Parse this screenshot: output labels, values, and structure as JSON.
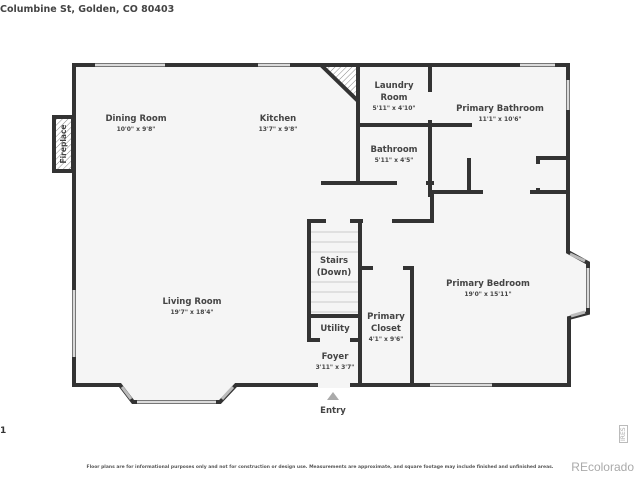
{
  "header": {
    "address": "Columbine St, Golden, CO 80403"
  },
  "page_number": "1",
  "rooms": [
    {
      "name": "Dining Room",
      "dims": "10'0\" x 9'8\""
    },
    {
      "name": "Kitchen",
      "dims": "13'7\" x 9'8\""
    },
    {
      "name": "Laundry Room",
      "dims": "5'11\" x 4'10\""
    },
    {
      "name": "Primary Bathroom",
      "dims": "11'1\" x 10'6\""
    },
    {
      "name": "Bathroom",
      "dims": "5'11\" x 4'5\""
    },
    {
      "name": "Stairs (Down)",
      "dims": ""
    },
    {
      "name": "Utility",
      "dims": ""
    },
    {
      "name": "Foyer",
      "dims": "3'11\" x 3'7\""
    },
    {
      "name": "Primary Closet",
      "dims": "4'1\" x 9'6\""
    },
    {
      "name": "Primary Bedroom",
      "dims": "19'0\" x 15'11\""
    },
    {
      "name": "Living Room",
      "dims": "19'7\" x 18'4\""
    }
  ],
  "labels": {
    "laundry_l1": "Laundry",
    "laundry_l2": "Room",
    "stairs_l1": "Stairs",
    "stairs_l2": "(Down)",
    "closet_l1": "Primary",
    "closet_l2": "Closet",
    "fireplace": "Fireplace",
    "entry": "Entry"
  },
  "footer": {
    "disclaimer": "Floor plans are for informational purposes only and not for construction or design use. Measurements are approximate, and square footage may include finished and unfinished areas.",
    "brand": "REcolorado",
    "watermark": "IRES"
  },
  "colors": {
    "wall": "#333333",
    "floor": "#f5f5f5",
    "window": "#bbbbbb"
  }
}
